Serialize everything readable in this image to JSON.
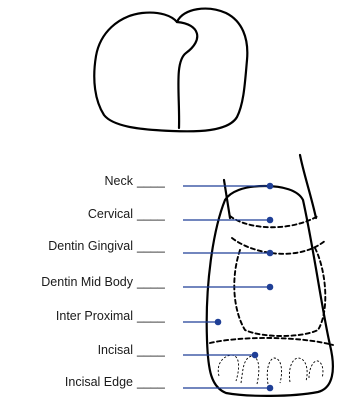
{
  "diagram": {
    "colors": {
      "leader": "#1f3f96",
      "outline": "#000000",
      "label_text": "#1a1a1a"
    },
    "blank": "____",
    "labels": [
      {
        "id": "neck",
        "text": "Neck"
      },
      {
        "id": "cervical",
        "text": "Cervical"
      },
      {
        "id": "dentin-gingival",
        "text": "Dentin Gingival"
      },
      {
        "id": "dentin-mid-body",
        "text": "Dentin Mid Body"
      },
      {
        "id": "inter-proximal",
        "text": "Inter Proximal"
      },
      {
        "id": "incisal",
        "text": "Incisal"
      },
      {
        "id": "incisal-edge",
        "text": "Incisal Edge"
      }
    ]
  }
}
